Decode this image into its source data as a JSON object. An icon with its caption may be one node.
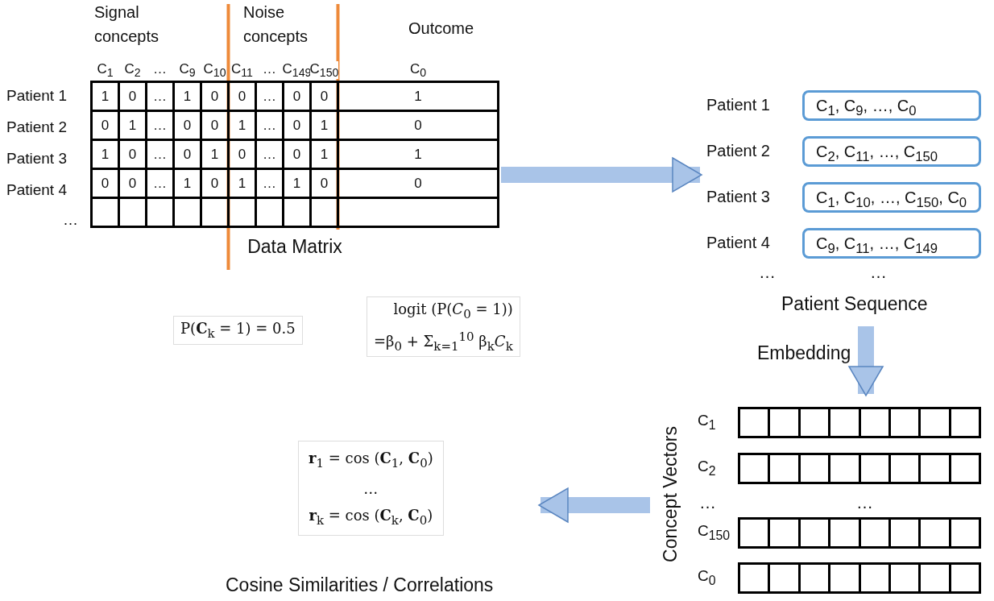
{
  "diagram": {
    "nodes": [
      {
        "text": [
          "Data Matrix"
        ]
      },
      {
        "text": [
          "P(**C**$_{k}$ = 1) = 0.5"
        ]
      },
      {
        "text": [
          "logit (P(*C*$_{0}$ = 1))",
          "=β$_{0}$ + Σ$_{k=1}$$^{10}$ β$_{k}$*C*$_{k}$"
        ]
      },
      {
        "text": [
          "Patient Sequence"
        ]
      },
      {
        "text": [
          "C$_{1}$, C$_{9}$, …, C$_{0}$"
        ],
        "beside": [
          "Patient 1"
        ],
        "in": 3
      },
      {
        "text": [
          "C$_{2}$, C$_{11}$, …, C$_{150}$"
        ],
        "beside": [
          "Patient 2"
        ],
        "in": 3
      },
      {
        "text": [
          "C$_{1}$, C$_{10}$, …, C$_{150}$, C$_{0}$"
        ],
        "beside": [
          "Patient 3"
        ],
        "in": 3
      },
      {
        "text": [
          "C$_{9}$, C$_{11}$, …, C$_{149}$"
        ],
        "beside": [
          "Patient 4"
        ],
        "in": 3
      },
      {
        "text": [
          "Concept Vectors"
        ]
      },
      {
        "text": [],
        "shape": "bar",
        "beside": [
          "C$_{1}$"
        ],
        "in": 8
      },
      {
        "text": [],
        "shape": "bar",
        "beside": [
          "C$_{2}$"
        ],
        "in": 8
      },
      {
        "text": [],
        "shape": "bar",
        "beside": [
          "C$_{150}$"
        ],
        "in": 8
      },
      {
        "text": [],
        "shape": "bar",
        "beside": [
          "C$_{0}$"
        ],
        "in": 8
      },
      {
        "text": [
          "Cosine Similarities / Correlations"
        ]
      },
      {
        "text": [
          "**r**$_{1}$ = cos (**C**$_{1}$, **C**$_{0}$)",
          "…",
          "**r**$_{k}$ = cos (**C**$_{k}$, **C**$_{0}$)"
        ],
        "in": 13
      }
    ],
    "edges": [
      {
        "from": 0,
        "to": 3,
        "arrow": "to"
      },
      {
        "from": 3,
        "to": 8,
        "arrow": "to",
        "label": "Embedding"
      },
      {
        "from": 8,
        "to": 13,
        "arrow": "to"
      }
    ],
    "labels": [
      "Signal concepts",
      "Noise concepts",
      "Outcome",
      "C$_{1}$",
      "C$_{2}$",
      "…",
      "C$_{9}$",
      "C$_{10}$",
      "C$_{11}$",
      "…",
      "C$_{149}$",
      "C$_{150}$",
      "C$_{0}$",
      "Patient 1",
      "1",
      "0",
      "…",
      "1",
      "0",
      "0",
      "…",
      "0",
      "0",
      "1",
      "Patient 2",
      "0",
      "1",
      "…",
      "0",
      "0",
      "1",
      "…",
      "0",
      "1",
      "0",
      "Patient 3",
      "1",
      "0",
      "…",
      "0",
      "1",
      "0",
      "…",
      "0",
      "1",
      "1",
      "Patient 4",
      "0",
      "0",
      "…",
      "1",
      "0",
      "1",
      "…",
      "1",
      "0",
      "0",
      "…",
      "…",
      "…",
      "…",
      "…"
    ]
  }
}
